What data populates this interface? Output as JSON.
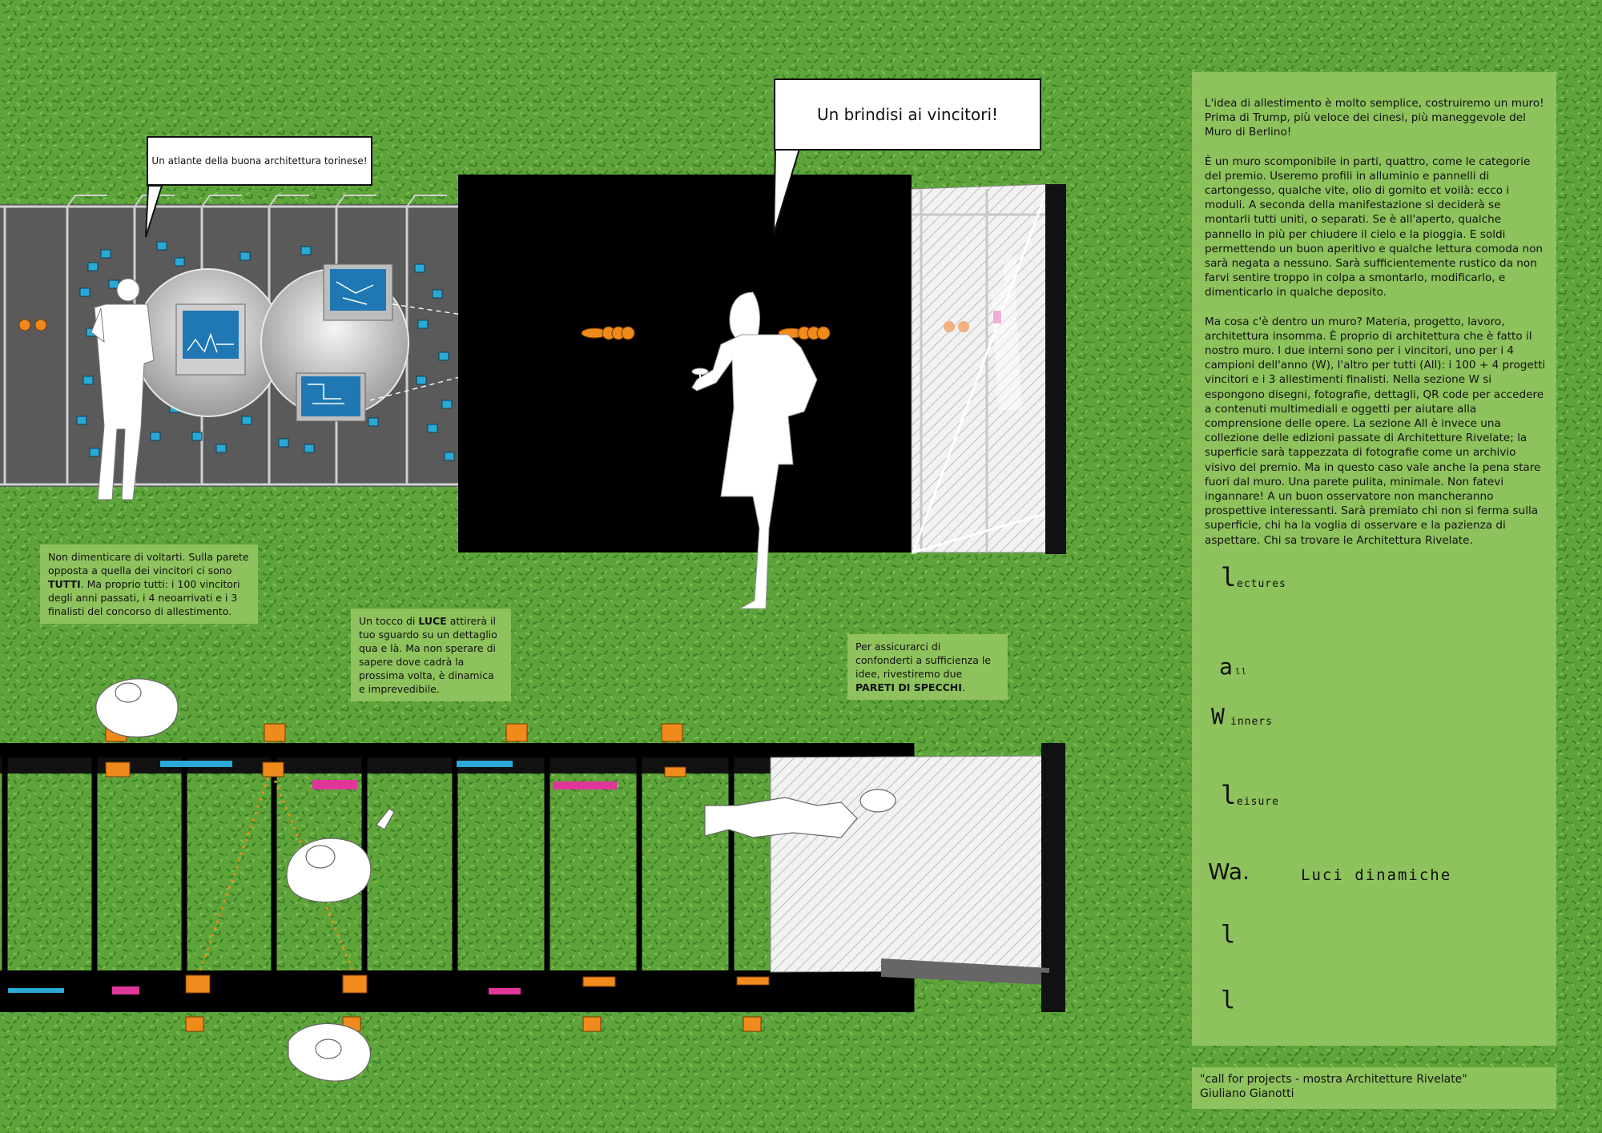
{
  "bubbles": {
    "left": "Un atlante della buona architettura torinese!",
    "right": "Un brindisi ai vincitori!"
  },
  "notes": {
    "voltarti": {
      "p1": "Non dimenticare di voltarti. Sulla parete opposta a quella dei vincitori ci sono ",
      "b1": "TUTTI",
      "p2": ". Ma proprio tutti: i 100 vincitori degli anni passati, i 4 neoarrivati e i 3 finalisti del concorso di allestimento."
    },
    "luce": {
      "p1": "Un tocco di ",
      "b1": "LUCE",
      "p2": " attirerà il tuo sguardo su un dettaglio qua e là. Ma non sperare di sapere dove cadrà la prossima volta, è dinamica e imprevedibile."
    },
    "specchi": {
      "p1": "Per assicurarci di confonderti a sufficienza le idee, rivestiremo due ",
      "b1": "PARETI DI SPECCHI",
      "p2": "."
    }
  },
  "main_text": {
    "paragraphs": [
      "L'idea di allestimento è molto semplice, costruiremo un muro! Prima di Trump, più veloce dei cinesi, più maneggevole del Muro di Berlino!",
      "È un muro scomponibile in parti, quattro, come le categorie del premio. Useremo profili in alluminio e pannelli di cartongesso, qualche vite, olio di gomito et voilà: ecco i moduli. A seconda della manifestazione si deciderà se montarli tutti uniti, o separati. Se è all'aperto, qualche pannello in più per chiudere il cielo e la pioggia. E soldi permettendo un buon aperitivo e qualche lettura comoda non sarà negata a nessuno. Sarà sufficientemente rustico da non farvi sentire troppo in colpa a smontarlo, modificarlo, e dimenticarlo in qualche deposito.",
      "Ma cosa c'è dentro un muro? Materia, progetto, lavoro, architettura insomma. È proprio di architettura che è fatto il nostro muro. I due interni sono per i vincitori, uno per i 4 campioni dell'anno (W), l'altro per tutti (All): i 100 + 4 progetti vincitori e i 3 allestimenti finalisti. Nella sezione W si espongono disegni, fotografie, dettagli, QR code per accedere a contenuti multimediali e oggetti per aiutare alla comprensione delle opere. La sezione All è invece una collezione delle edizioni passate di Architetture Rivelate; la superficie sarà tappezzata di fotografie come un archivio visivo del premio. Ma in questo caso vale anche  la pena stare fuori dal muro. Una parete pulita, minimale. Non fatevi ingannare! A un buon osservatore non mancheranno prospettive interessanti. Sarà premiato chi non si ferma sulla superficie, chi ha la voglia di osservare e la pazienza di aspettare. Chi sa trovare le Architettura Rivelate."
    ]
  },
  "legend": [
    {
      "letter": "l",
      "word": "ectures",
      "icon": "book-icon"
    },
    {
      "letter": "a",
      "word": "ll",
      "icon": "grid-pattern-icon"
    },
    {
      "letter": "W",
      "word": "inners",
      "icon": "trophy-icon"
    },
    {
      "letter": "l",
      "word": "eisure",
      "icon": "drink-cup-icon"
    }
  ],
  "wall_section": {
    "badge": "Wa.",
    "title": "Luci dinamiche",
    "row_labels": [
      "l",
      "l"
    ]
  },
  "credit": {
    "line1": "\"call for projects - mostra Architetture Rivelate\"",
    "line2": "Giuliano Gianotti"
  },
  "colors": {
    "grass": "#5ea43a",
    "panel_green": "#8ec25c",
    "orange": "#f08a1c",
    "magenta": "#e0369a",
    "cyan": "#2aa9d6",
    "wall_grey": "#555555"
  }
}
